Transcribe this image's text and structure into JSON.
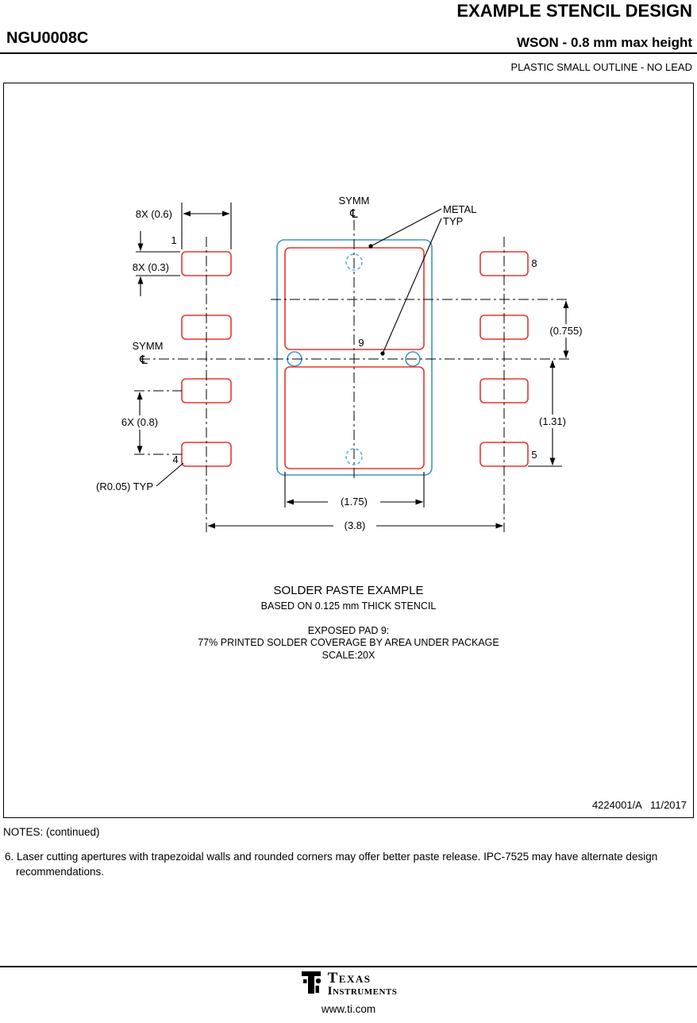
{
  "header": {
    "title": "EXAMPLE STENCIL DESIGN",
    "part_number": "NGU0008C",
    "subtitle": "WSON - 0.8 mm max height",
    "package_type": "PLASTIC SMALL OUTLINE - NO LEAD"
  },
  "drawing": {
    "colors": {
      "pad_red": "#e8362d",
      "outline_blue": "#3f96ce",
      "via_blue": "#5ab4e0"
    },
    "labels": {
      "symm_top": "SYMM",
      "symm_left": "SYMM",
      "centerline_top": "℄",
      "centerline_left": "℄",
      "metal_line1": "METAL",
      "metal_line2": "TYP",
      "dim_pad_width": "8X (0.6)",
      "dim_pad_height": "8X (0.3)",
      "dim_pitch": "6X (0.8)",
      "dim_row_offset": "(0.755)",
      "dim_half_height": "(1.31)",
      "dim_epad_width": "(1.75)",
      "dim_span": "(3.8)",
      "radius_typ": "(R0.05) TYP",
      "pin_1": "1",
      "pin_4": "4",
      "pin_5": "5",
      "pin_8": "8",
      "pad_9": "9"
    },
    "caption": {
      "line1": "SOLDER PASTE EXAMPLE",
      "line2": "BASED ON 0.125 mm THICK STENCIL",
      "line3": "EXPOSED PAD 9:",
      "line4": "77% PRINTED SOLDER COVERAGE BY AREA UNDER PACKAGE",
      "line5": "SCALE:20X"
    },
    "doc_number": "4224001/A   11/2017"
  },
  "notes": {
    "heading": "NOTES: (continued)",
    "note_6": "6. Laser cutting apertures with trapezoidal walls and rounded corners may offer better paste release. IPC-7525 may have alternate design recommendations."
  },
  "footer": {
    "logo_top": "Texas",
    "logo_bottom": "Instruments",
    "website": "www.ti.com"
  }
}
